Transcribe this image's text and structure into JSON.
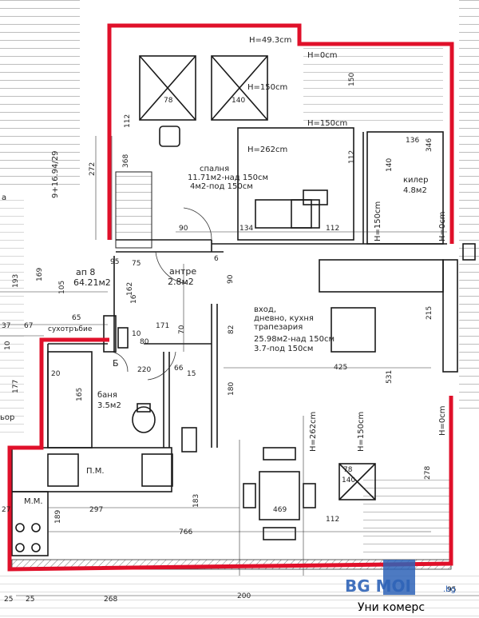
{
  "colors": {
    "boundary": "#e0102a",
    "line": "#1a1a1a",
    "hatch": "#555555",
    "watermark_blue": "#2e63b7"
  },
  "rooms": {
    "bedroom": {
      "name": "спалня",
      "area_high": "11.71м2-над 150см",
      "area_low": "4м2-под 150см"
    },
    "closet": {
      "name": "килер",
      "area": "4.8м2"
    },
    "apartment": {
      "name": "ап 8",
      "area": "64.21м2"
    },
    "hall": {
      "name": "антре",
      "area": "2.8м2"
    },
    "living": {
      "line1": "вход,",
      "line2": "дневно, кухня",
      "line3": "трапезария",
      "area_high": "25.98м2-над 150см",
      "area_low": "3.7-под 150см"
    },
    "bath": {
      "name": "баня",
      "area": "3.5м2"
    },
    "dryer": {
      "name": "сухотръбие"
    },
    "pm": {
      "name": "П.М."
    },
    "mm": {
      "name": "М.М."
    }
  },
  "heights": {
    "top": "H=49.3cm",
    "top2": "H=0cm",
    "h150_a": "H=150cm",
    "h150_b": "H=150cm",
    "bed": "H=262cm",
    "closet_v": "H=150cm",
    "closet_v2": "H=0cm",
    "living_v": "H=262cm",
    "living_v2": "H=150cm",
    "right_v": "H=0cm"
  },
  "dimensions": [
    "112",
    "368",
    "272",
    "90",
    "134",
    "112",
    "75",
    "6",
    "16",
    "90",
    "171",
    "70",
    "82",
    "10",
    "10",
    "80",
    "220",
    "66",
    "15",
    "180",
    "425",
    "531",
    "165",
    "20",
    "177",
    "189",
    "297",
    "469",
    "112",
    "766",
    "268",
    "200",
    "95",
    "25",
    "25",
    "136",
    "346",
    "140",
    "112",
    "150",
    "215",
    "78",
    "140",
    "78",
    "140",
    "193",
    "169",
    "105",
    "162",
    "183",
    "278",
    "65",
    "37",
    "27",
    "95",
    "67"
  ],
  "side_text": {
    "left_coord": "9+16.94/29",
    "left_room1": "а",
    "left_room2": "ьор"
  },
  "watermark": {
    "logo": "BG MOI",
    "domain": ".bg",
    "company": "Уни комерс"
  }
}
